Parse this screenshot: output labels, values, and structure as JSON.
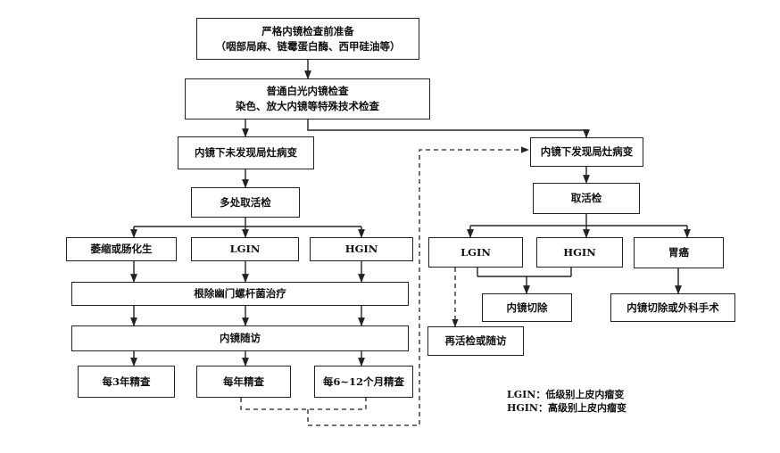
{
  "nodes": {
    "prep": {
      "line1": "严格内镜检查前准备",
      "line2": "（咽部局麻、链霉蛋白酶、西甲硅油等）"
    },
    "white_light": {
      "line1": "普通白光内镜检查",
      "line2": "染色、放大内镜等特殊技术检查"
    },
    "no_lesion": "内镜下未发现局灶病变",
    "multi_biopsy": "多处取活检",
    "atrophy": "萎缩或肠化生",
    "lgin_left": "LGIN",
    "hgin_left": "HGIN",
    "hp_eradication": "根除幽门螺杆菌治疗",
    "followup": "内镜随访",
    "every3y": "每3年精查",
    "yearly": "每年精查",
    "every6_12m": "每6~12个月精查",
    "lesion": "内镜下发现局灶病变",
    "biopsy": "取活检",
    "lgin_right": "LGIN",
    "hgin_right": "HGIN",
    "gastric_cancer": "胃癌",
    "endo_resection": "内镜切除",
    "resection_or_surgery": "内镜切除或外科手术",
    "rebiopsy": "再活检或随访"
  },
  "legend": {
    "lgin": "LGIN：低级别上皮内瘤变",
    "hgin": "HGIN：高级别上皮内瘤变"
  }
}
